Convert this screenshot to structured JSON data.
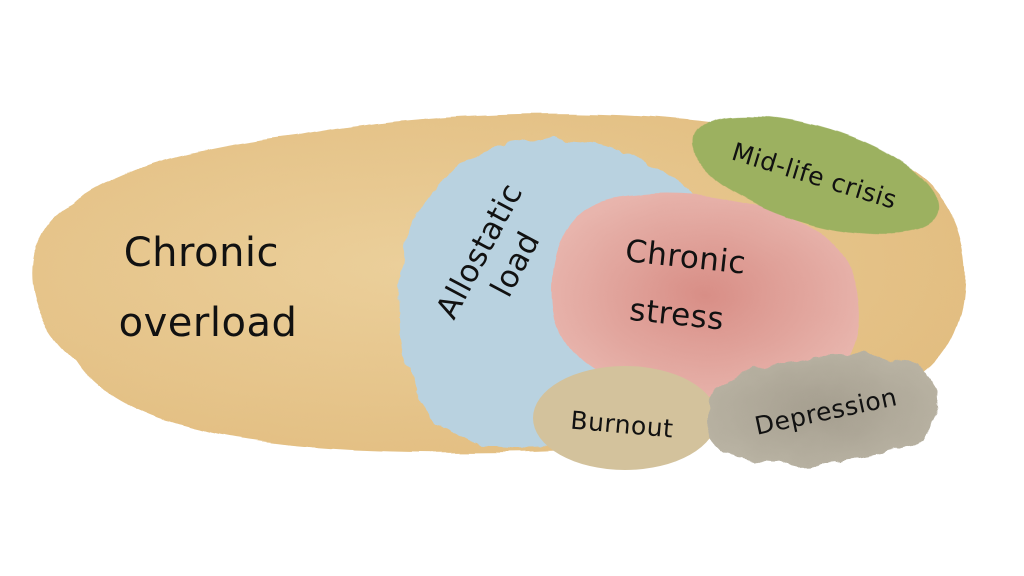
{
  "diagram": {
    "title": "",
    "colors": {
      "background": "#ffffff",
      "chronic_overload": "#e6c48a",
      "allostatic_load": "#b9d2e0",
      "chronic_stress": "#dd9e97",
      "mid_life_crisis": "#9cb161",
      "burnout": "#d3c29c",
      "depression": "#aca595",
      "text": "#111111"
    },
    "nodes": [
      {
        "id": "chronic-overload",
        "lines": [
          "Chronic",
          "overload"
        ]
      },
      {
        "id": "allostatic-load",
        "lines": [
          "Allostatic",
          "load"
        ]
      },
      {
        "id": "chronic-stress",
        "lines": [
          "Chronic",
          "stress"
        ]
      },
      {
        "id": "mid-life-crisis",
        "lines": [
          "Mid-life crisis"
        ]
      },
      {
        "id": "burnout",
        "lines": [
          "Burnout"
        ]
      },
      {
        "id": "depression",
        "lines": [
          "Depression"
        ]
      }
    ]
  }
}
